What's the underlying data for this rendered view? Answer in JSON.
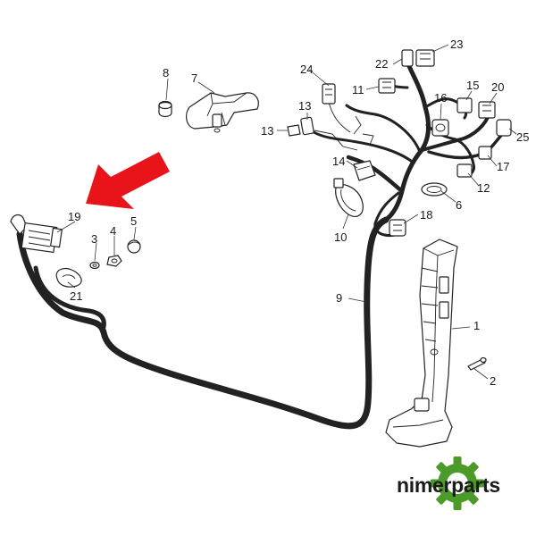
{
  "diagram": {
    "part_labels": {
      "p1": "1",
      "p2": "2",
      "p3": "3",
      "p4": "4",
      "p5": "5",
      "p6": "6",
      "p7": "7",
      "p8": "8",
      "p9": "9",
      "p10": "10",
      "p11": "11",
      "p12": "12",
      "p13a": "13",
      "p13b": "13",
      "p14": "14",
      "p15": "15",
      "p16": "16",
      "p17": "17",
      "p18": "18",
      "p19": "19",
      "p20": "20",
      "p21": "21",
      "p22": "22",
      "p23": "23",
      "p24": "24",
      "p25": "25"
    },
    "highlight_color": "#e8141a"
  },
  "watermark": {
    "text": "nimerparts",
    "gear_color": "#4c9a2a",
    "gear_icon": "gear-icon"
  }
}
